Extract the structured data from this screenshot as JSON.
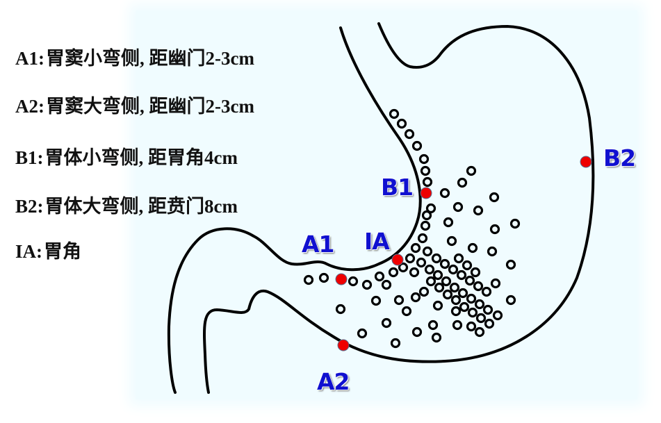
{
  "legend": {
    "items": [
      {
        "code": "A1:",
        "text": "胃窦小弯侧, 距幽门2-3cm"
      },
      {
        "code": "A2:",
        "text": "胃窦大弯侧, 距幽门2-3cm"
      },
      {
        "code": "B1:",
        "text": "胃体小弯侧, 距胃角4cm"
      },
      {
        "code": "B2:",
        "text": "胃体大弯侧, 距贲门8cm"
      },
      {
        "code": "IA:",
        "text": "胃角"
      }
    ]
  },
  "diagram": {
    "subject": "stomach biopsy sites",
    "site_labels": {
      "A1": "A1",
      "A2": "A2",
      "B1": "B1",
      "B2": "B2",
      "IA": "IA"
    },
    "colors": {
      "background": "#f0fcff",
      "outline": "#000000",
      "site_marker": "#ee0000",
      "site_label": "#1010d0"
    }
  }
}
